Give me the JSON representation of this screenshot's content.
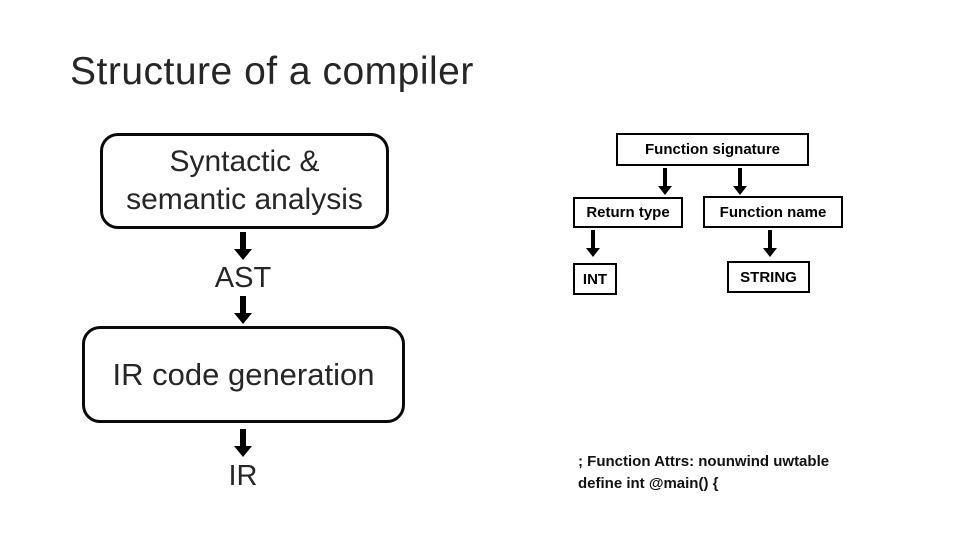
{
  "slide": {
    "title": "Structure of a compiler"
  },
  "compiler_pipeline": {
    "analysis_box": {
      "line1": "Syntactic &",
      "line2": "semantic analysis"
    },
    "ast_label": "AST",
    "ir_codegen_box": "IR code generation",
    "ir_label": "IR"
  },
  "signature_tree": {
    "root_box": "Function signature",
    "return_type_box": "Return type",
    "function_name_box": "Function name",
    "int_box": "INT",
    "string_box": "STRING"
  },
  "ir_code": {
    "line1": "; Function Attrs: nounwind uwtable",
    "line2": "define int @main() {"
  },
  "colors": {
    "background": "#ffffff",
    "ink": "#000000",
    "large_text": "#262626"
  },
  "icons": {
    "flow_arrow": "down-block-arrow"
  }
}
